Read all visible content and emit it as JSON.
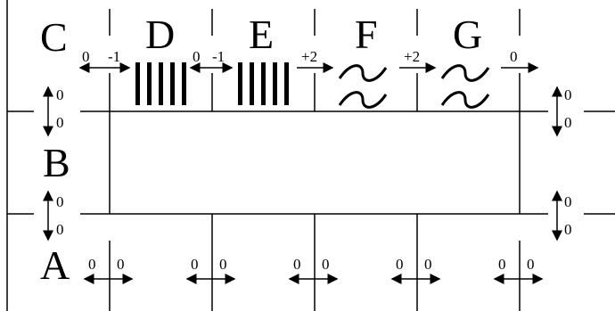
{
  "rows": {
    "top": "C",
    "middle": "B",
    "bottom": "A"
  },
  "top_elements": [
    {
      "label": "D",
      "kind": "bars"
    },
    {
      "label": "E",
      "kind": "bars"
    },
    {
      "label": "F",
      "kind": "waves"
    },
    {
      "label": "G",
      "kind": "waves"
    }
  ],
  "top_arrows": [
    {
      "left": "0",
      "right": "-1",
      "style": "double"
    },
    {
      "left": "0",
      "right": "-1",
      "style": "double"
    },
    {
      "left": "",
      "right": "+2",
      "style": "right"
    },
    {
      "left": "",
      "right": "+2",
      "style": "right"
    },
    {
      "left": "",
      "right": "0",
      "style": "right"
    }
  ],
  "bottom_arrows": [
    {
      "left": "0",
      "right": "0"
    },
    {
      "left": "0",
      "right": "0"
    },
    {
      "left": "0",
      "right": "0"
    },
    {
      "left": "0",
      "right": "0"
    },
    {
      "left": "0",
      "right": "0"
    }
  ],
  "vertical_arrows": [
    {
      "top": "0",
      "bottom": "0"
    },
    {
      "top": "0",
      "bottom": "0"
    },
    {
      "top": "0",
      "bottom": "0"
    },
    {
      "top": "0",
      "bottom": "0"
    }
  ]
}
